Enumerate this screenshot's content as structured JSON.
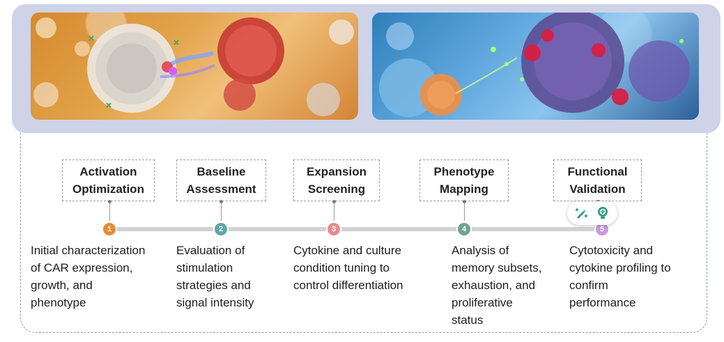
{
  "colors": {
    "banner_bg": "#cfd3e8",
    "timeline": "#d2d2d2",
    "frame": "#8c9ab8"
  },
  "images": [
    {
      "name": "car-t-cell-engaging-tumor-illustration"
    },
    {
      "name": "immune-cells-attacking-cancer-cell-illustration"
    }
  ],
  "stages": [
    {
      "number": "1",
      "title": "Activation\nOptimization",
      "color": "#e98a3b",
      "description": [
        "Initial characterization",
        "of CAR expression,",
        "growth, and",
        "phenotype"
      ]
    },
    {
      "number": "2",
      "title": "Baseline\nAssessment",
      "color": "#5fa6a6",
      "description": [
        "Evaluation of",
        "stimulation",
        "strategies and",
        "signal intensity"
      ]
    },
    {
      "number": "3",
      "title": "Expansion\nScreening",
      "color": "#e98a8a",
      "description": [
        "Cytokine and culture",
        "condition tuning to",
        "control differentiation"
      ]
    },
    {
      "number": "4",
      "title": "Phenotype\nMapping",
      "color": "#6fa58f",
      "description": [
        "Analysis of",
        "memory subsets,",
        "exhaustion, and",
        "proliferative",
        "status"
      ]
    },
    {
      "number": "5",
      "title": "Functional\nValidation",
      "color": "#c89ad6",
      "description": [
        "Cytotoxicity and",
        "cytokine profiling to",
        "confirm",
        "performance"
      ]
    }
  ],
  "toolbar": {
    "icons": [
      "magic-pen-icon",
      "lightbulb-icon"
    ]
  }
}
